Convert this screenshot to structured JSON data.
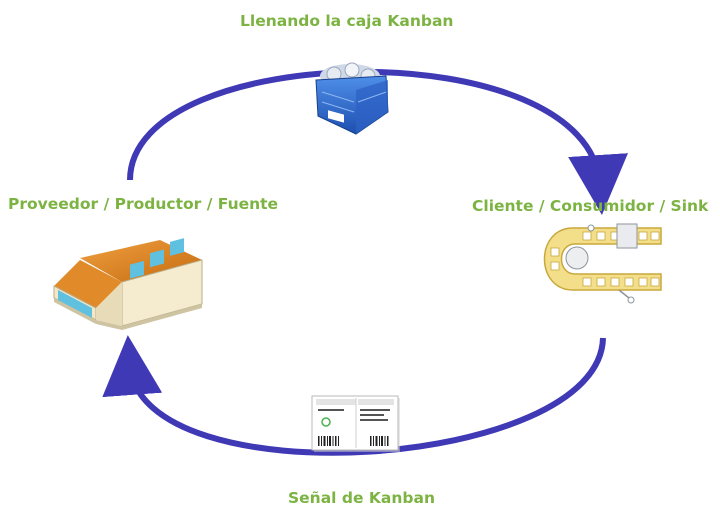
{
  "diagram": {
    "accent_color": "#7cb342",
    "arrow_color": "#3f39b5",
    "labels": {
      "top": "Llenando la caja Kanban",
      "left": "Proveedor / Productor / Fuente",
      "right": "Cliente / Consumidor / Sink",
      "bottom": "Señal de Kanban"
    },
    "icons": {
      "top": "kanban-bin-icon",
      "left": "factory-building-icon",
      "right": "conveyor-belt-icon",
      "bottom": "kanban-card-icon"
    }
  }
}
